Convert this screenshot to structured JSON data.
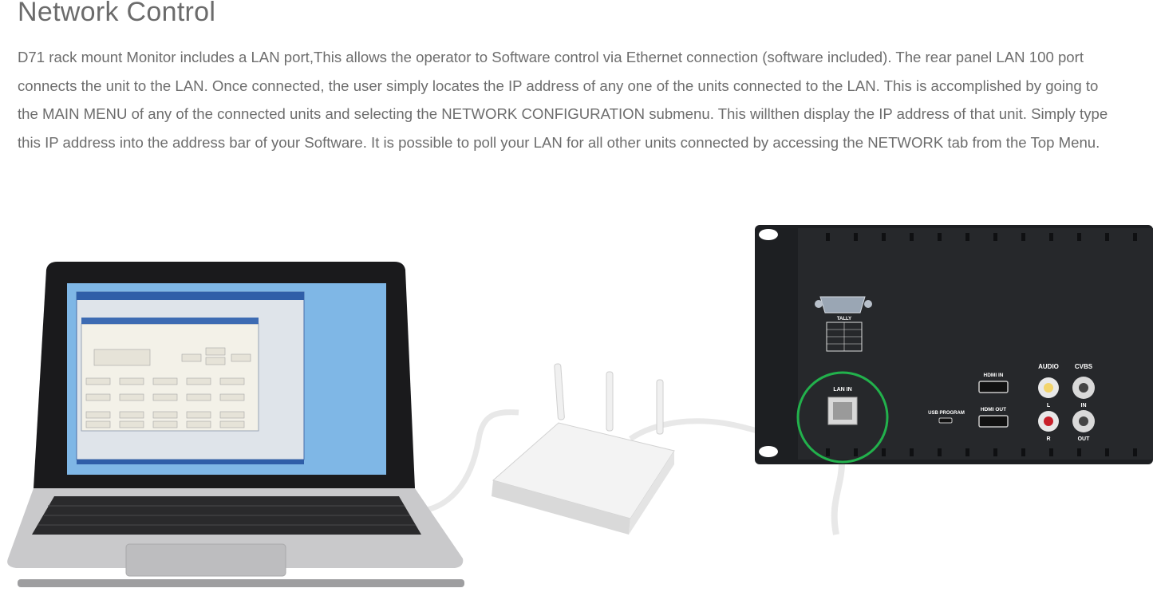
{
  "heading": "Network Control",
  "paragraph": [
    "D71 rack mount Monitor includes a LAN port,This allows the operator to Software control via Ethernet connection (software included). The rear panel LAN 100 port",
    "connects the unit to the LAN. Once connected, the user simply locates the IP address of any one of the units connected to the LAN. This is accomplished by going to",
    "the MAIN MENU of any of the connected units and selecting the NETWORK CONFIGURATION submenu. This willthen display the IP address of that unit. Simply type",
    "this IP address into the address bar of your Software. It is possible to poll your LAN for all other units connected by accessing the NETWORK tab from the Top Menu."
  ],
  "panel_labels": {
    "tally": "TALLY",
    "lan_in": "LAN IN",
    "hdmi_in": "HDMI IN",
    "hdmi_out": "HDMI OUT",
    "usb_program": "USB PROGRAM",
    "audio": "AUDIO",
    "cvbs": "CVBS",
    "audio_l": "L",
    "audio_r": "R",
    "cvbs_in": "IN",
    "cvbs_out": "OUT"
  },
  "colors": {
    "highlight_circle": "#22b14c",
    "panel": "#1d1f22",
    "screen": "#7fb7e6",
    "text": "#6d6d6d"
  }
}
